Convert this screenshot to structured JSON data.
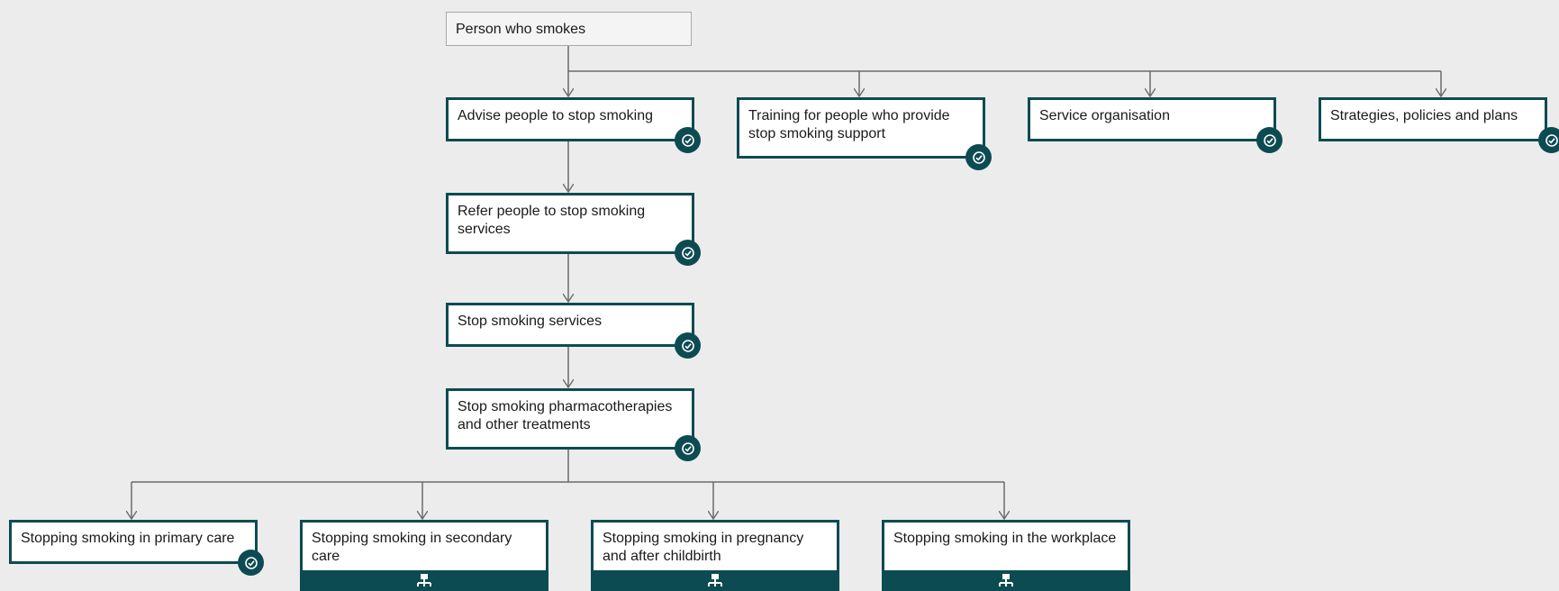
{
  "colors": {
    "accent": "#0d4b52",
    "background": "#ececec",
    "connector": "#6b6b6b"
  },
  "icons": {
    "badge": "check-circle-icon",
    "footer": "hierarchy-icon"
  },
  "root": {
    "label": "Person who smokes"
  },
  "level1": [
    {
      "label": "Advise people to stop smoking"
    },
    {
      "label": "Training for people who provide stop smoking support"
    },
    {
      "label": "Service organisation"
    },
    {
      "label": "Strategies, policies and plans"
    }
  ],
  "chain": [
    {
      "label": "Refer people to stop smoking services"
    },
    {
      "label": "Stop smoking services"
    },
    {
      "label": "Stop smoking pharmacotherapies and other treatments"
    }
  ],
  "bottom": [
    {
      "label": "Stopping smoking in primary care"
    },
    {
      "label": "Stopping smoking in secondary care"
    },
    {
      "label": "Stopping smoking in pregnancy and after childbirth"
    },
    {
      "label": "Stopping smoking in the workplace"
    }
  ]
}
